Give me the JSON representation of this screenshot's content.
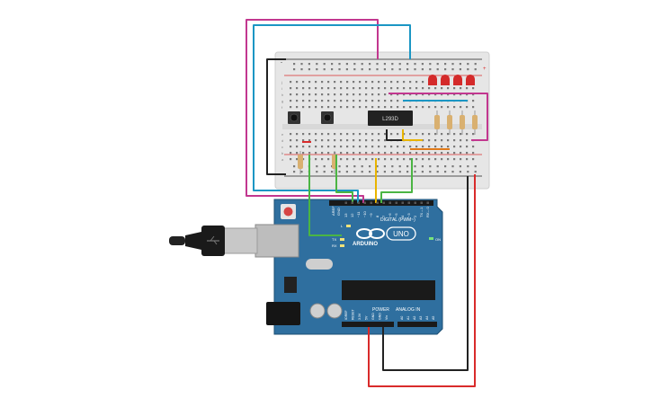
{
  "breadboard": {
    "row_labels_top": [
      "j",
      "i",
      "h",
      "g",
      "f"
    ],
    "row_labels_bottom": [
      "e",
      "d",
      "c",
      "b",
      "a"
    ],
    "plus_sign": "+",
    "minus_sign": "-"
  },
  "chip": {
    "label": "L293D"
  },
  "arduino": {
    "aref_label": "AREF",
    "gnd_label": "GND",
    "pins_top": [
      "13",
      "12",
      "~11",
      "~10",
      "~9",
      "8",
      "7",
      "~6",
      "~5",
      "4",
      "~3",
      "2",
      "TX→1",
      "RX←0"
    ],
    "digital_label": "DIGITAL (PWM~)",
    "brand": "ARDUINO",
    "model": "UNO",
    "on_label": "ON",
    "tx_label": "TX",
    "rx_label": "RX",
    "l_label": "L",
    "power_label": "POWER",
    "analog_label": "ANALOG IN",
    "power_pins": [
      "IOREF",
      "RESET",
      "3.3V",
      "5V",
      "GND",
      "GND",
      "Vin"
    ],
    "analog_pins": [
      "A0",
      "A1",
      "A2",
      "A3",
      "A4",
      "A5"
    ]
  },
  "colors": {
    "board_blue": "#2f6f9f",
    "wire_magenta": "#c2378f",
    "wire_cyan": "#1b96c4",
    "wire_red": "#d92b2b",
    "wire_black": "#222222",
    "wire_green": "#4bb543",
    "wire_yellow": "#e8b400",
    "wire_orange": "#e07a1a",
    "led_red": "#d42a2a"
  }
}
